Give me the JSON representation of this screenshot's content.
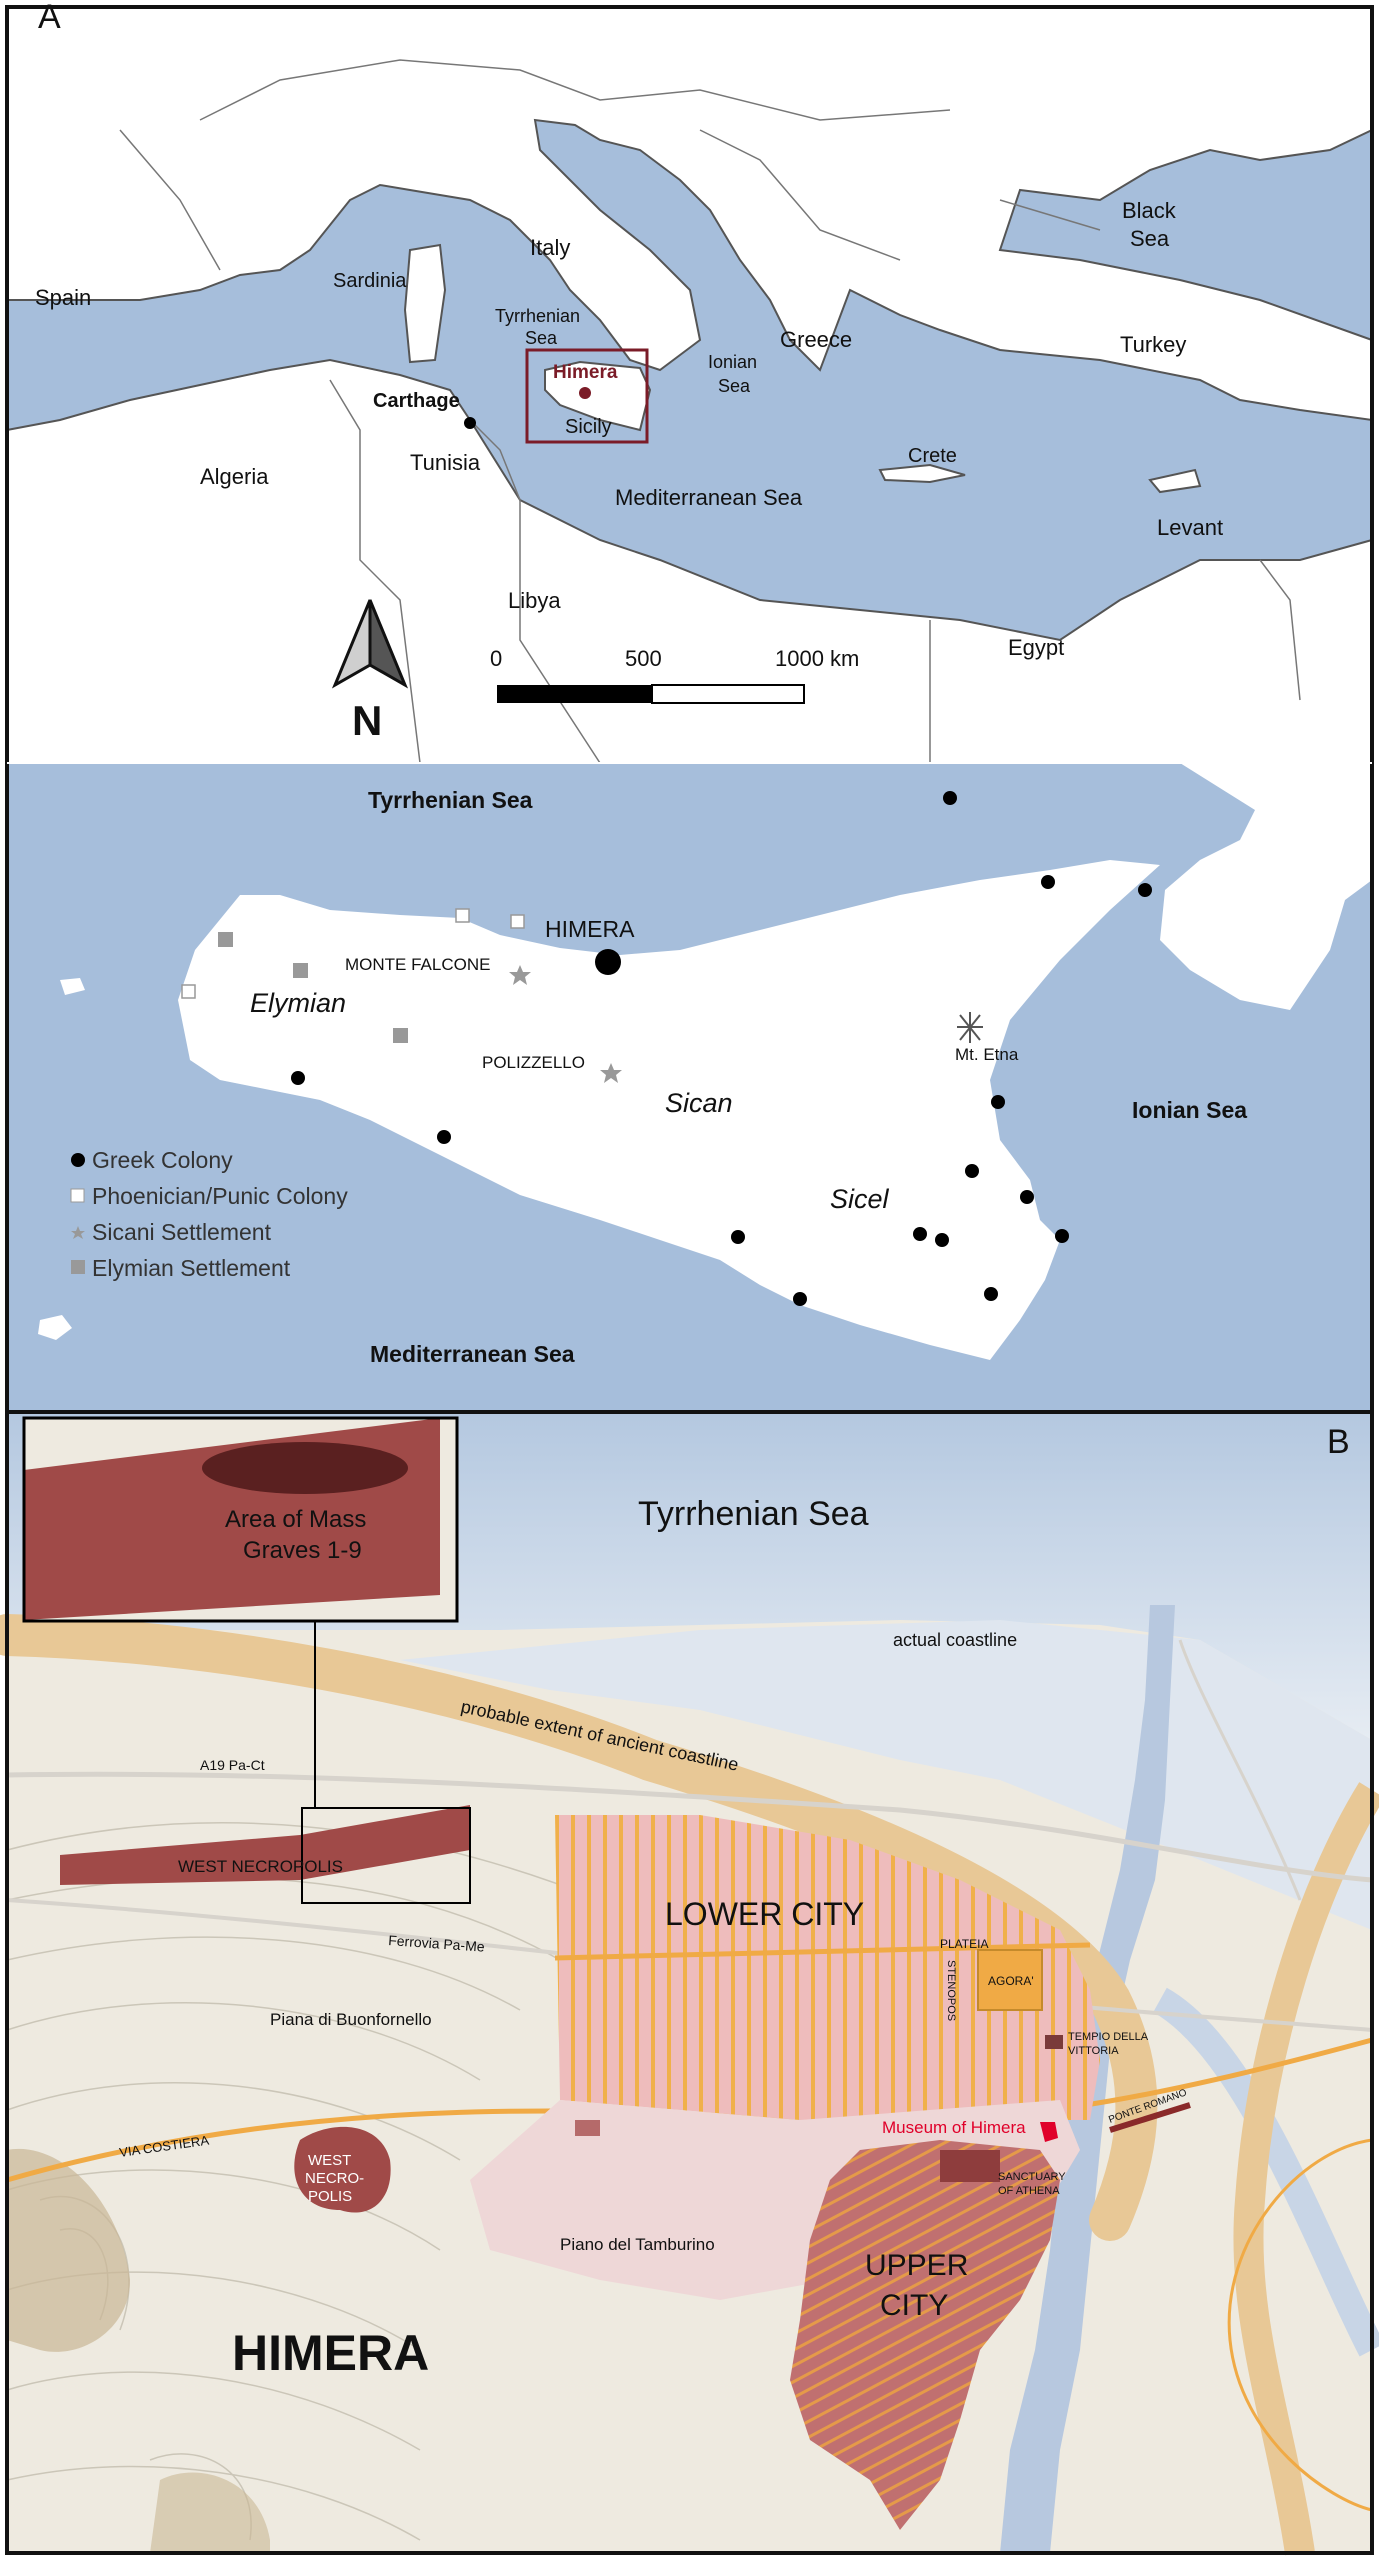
{
  "panel_a": {
    "letter": "A",
    "countries": {
      "spain": "Spain",
      "italy": "Italy",
      "sardinia": "Sardinia",
      "algeria": "Algeria",
      "tunisia": "Tunisia",
      "libya": "Libya",
      "egypt": "Egypt",
      "greece": "Greece",
      "turkey": "Turkey",
      "levant": "Levant",
      "crete": "Crete",
      "sicily": "Sicily"
    },
    "seas": {
      "black_1": "Black",
      "black_2": "Sea",
      "tyrrhenian_1": "Tyrrhenian",
      "tyrrhenian_2": "Sea",
      "ionian_1": "Ionian",
      "ionian_2": "Sea",
      "mediterranean": "Mediterranean Sea"
    },
    "cities": {
      "carthage": "Carthage",
      "himera": "Himera"
    },
    "north_label": "N",
    "scale": {
      "t0": "0",
      "t1": "500",
      "t2": "1000 km"
    },
    "colors": {
      "sea": "#a6bedb",
      "land": "#ffffff",
      "border": "#666666",
      "highlight": "#7b1c28"
    }
  },
  "panel_sicily": {
    "seas": {
      "tyrrhenian": "Tyrrhenian Sea",
      "ionian": "Ionian Sea",
      "mediterranean": "Mediterranean Sea"
    },
    "places": {
      "himera": "HIMERA",
      "monte_falcone": "MONTE FALCONE",
      "polizzello": "POLIZZELLO",
      "etna": "Mt. Etna"
    },
    "peoples": {
      "elymian": "Elymian",
      "sican": "Sican",
      "sicel": "Sicel"
    },
    "legend": [
      {
        "label": "Greek Colony",
        "symbol": "black-dot"
      },
      {
        "label": "Phoenician/Punic Colony",
        "symbol": "white-square"
      },
      {
        "label": "Sicani Settlement",
        "symbol": "grey-star"
      },
      {
        "label": "Elymian Settlement",
        "symbol": "grey-square"
      }
    ]
  },
  "panel_b": {
    "letter": "B",
    "labels": {
      "tyrrhenian": "Tyrrhenian Sea",
      "coastline": "actual coastline",
      "ancient_coast": "probable extent of ancient coastline",
      "a19": "A19 Pa-Ct",
      "west_necropolis": "WEST NECROPOLIS",
      "ferrovia": "Ferrovia Pa-Me",
      "lower_city": "LOWER CITY",
      "plateia": "PLATEIA",
      "stenopos": "STENOPOS",
      "agora": "AGORA'",
      "tempio_1": "TEMPIO DELLA",
      "tempio_2": "VITTORIA",
      "piana": "Piana di Buonfornello",
      "via_costiera": "VIA COSTIERA",
      "west_necro_2_1": "WEST",
      "west_necro_2_2": "NECRO-",
      "west_necro_2_3": "POLIS",
      "museum": "Museum of Himera",
      "ponte": "PONTE ROMANO",
      "sanctuary_1": "SANCTUARY",
      "sanctuary_2": "OF ATHENA",
      "piano": "Piano del Tamburino",
      "upper_1": "UPPER",
      "upper_2": "CITY",
      "himera": "HIMERA",
      "graves_1": "Area of Mass",
      "graves_2": "Graves 1-9"
    }
  }
}
